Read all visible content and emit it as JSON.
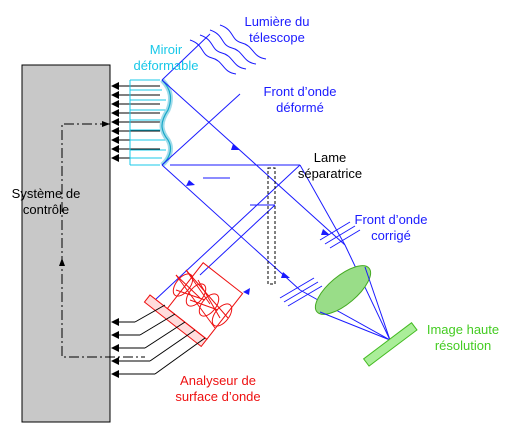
{
  "labels": {
    "telescope_light": [
      "Lumière du",
      "télescope"
    ],
    "deformable_mirror": [
      "Miroir",
      "déformable"
    ],
    "deformed_wavefront": [
      "Front d’onde",
      "déformé"
    ],
    "control_system": [
      "Système de",
      "contrôle"
    ],
    "beam_splitter": [
      "Lame",
      "séparatrice"
    ],
    "corrected_wavefront": [
      "Front d’onde",
      "corrigé"
    ],
    "high_res_image": [
      "Image haute",
      "résolution"
    ],
    "wavefront_sensor": [
      "Analyseur de",
      "surface d’onde"
    ]
  },
  "colors": {
    "beam": "#1a1aff",
    "mirror": "#18c8e8",
    "analyzer": "#ee1111",
    "image": "#44cc22",
    "control_box": "#c8c8c8"
  }
}
